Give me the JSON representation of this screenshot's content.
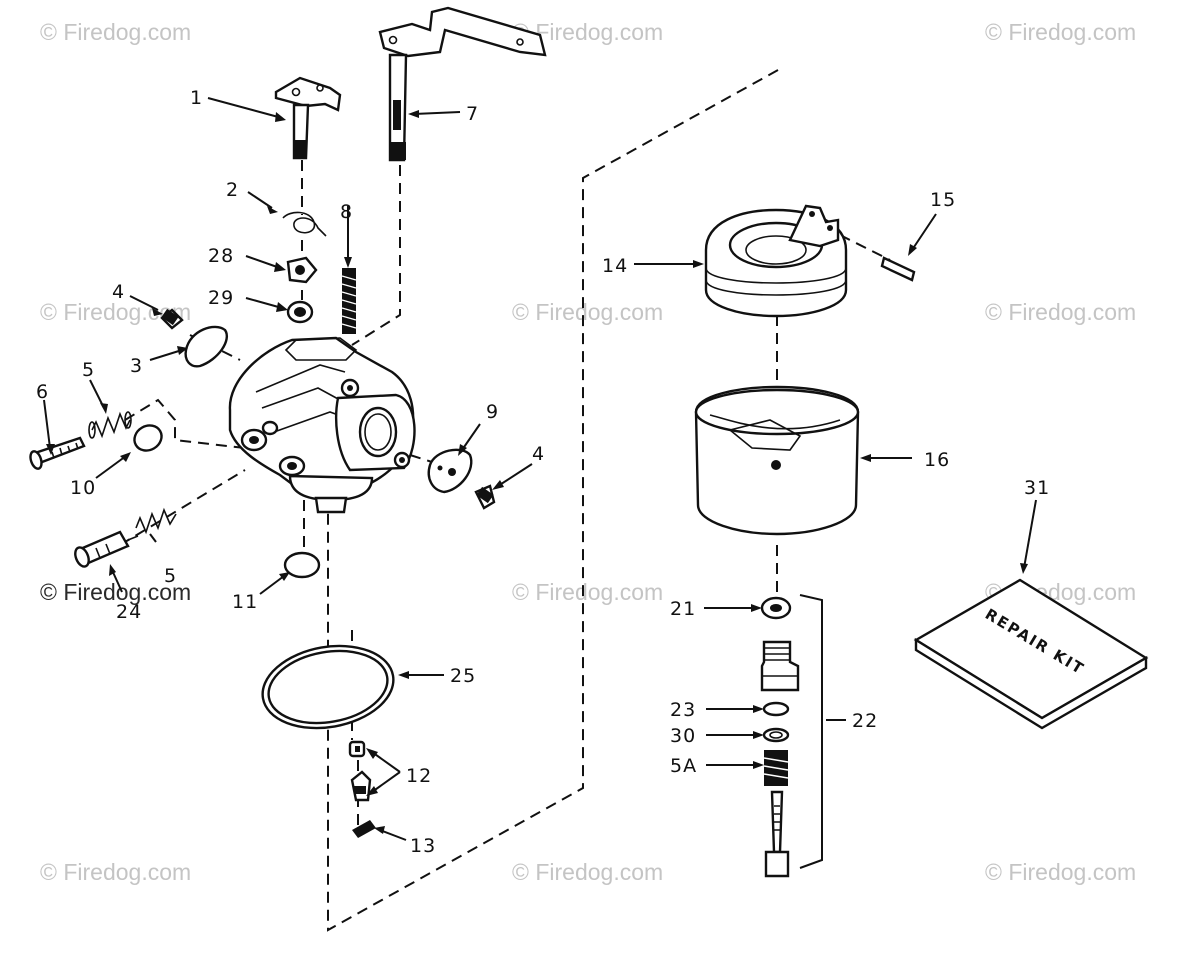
{
  "watermark": {
    "text": "© Firedog.com"
  },
  "parts": {
    "p1": "1",
    "p2": "2",
    "p3": "3",
    "p4a": "4",
    "p4b": "4",
    "p5a": "5",
    "p5b": "5",
    "p5A": "5A",
    "p6": "6",
    "p7": "7",
    "p8": "8",
    "p9": "9",
    "p10": "10",
    "p11": "11",
    "p12": "12",
    "p13": "13",
    "p14": "14",
    "p15": "15",
    "p16": "16",
    "p21": "21",
    "p22": "22",
    "p23": "23",
    "p24": "24",
    "p25": "25",
    "p28": "28",
    "p29": "29",
    "p30": "30",
    "p31": "31"
  },
  "repair_kit": {
    "label": "REPAIR KIT"
  },
  "colors": {
    "ink": "#111111",
    "watermark": "#c4c4c4",
    "paper": "#ffffff"
  }
}
